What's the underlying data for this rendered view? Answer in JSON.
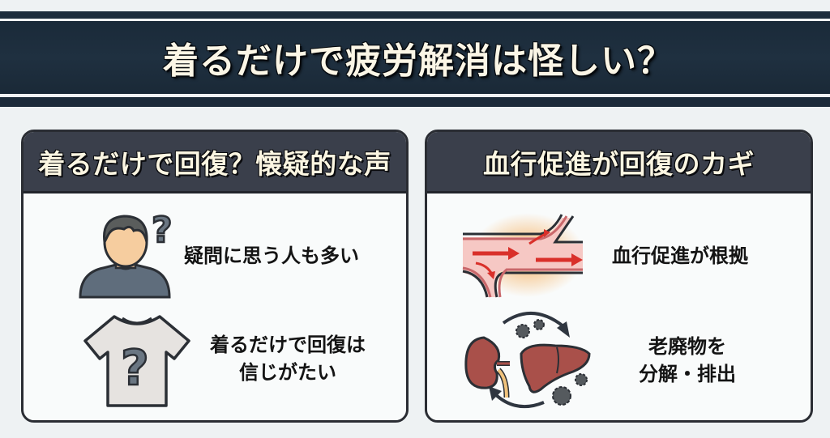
{
  "banner": {
    "title": "着るだけで疲労解消は怪しい？"
  },
  "cards": [
    {
      "title": "着るだけで回復？懐疑的な声",
      "items": [
        {
          "icon": "confused-person-icon",
          "text_lines": [
            "疑問に思う人も多い"
          ]
        },
        {
          "icon": "tshirt-question-icon",
          "text_lines": [
            "着るだけで回復は",
            "信じがたい"
          ]
        }
      ]
    },
    {
      "title": "血行促進が回復のカギ",
      "items": [
        {
          "icon": "blood-vessel-flow-icon",
          "text_lines": [
            "血行促進が根拠"
          ]
        },
        {
          "icon": "kidney-liver-detox-icon",
          "text_lines": [
            "老廃物を",
            "分解・排出"
          ]
        }
      ]
    }
  ],
  "colors": {
    "banner_bg": "#1f3040",
    "card_header_bg": "#3a3f4b",
    "title_text": "#fbf6e6",
    "page_bg": "#eef2f3",
    "blood_red": "#d9302a",
    "organ_red": "#a9504a"
  }
}
